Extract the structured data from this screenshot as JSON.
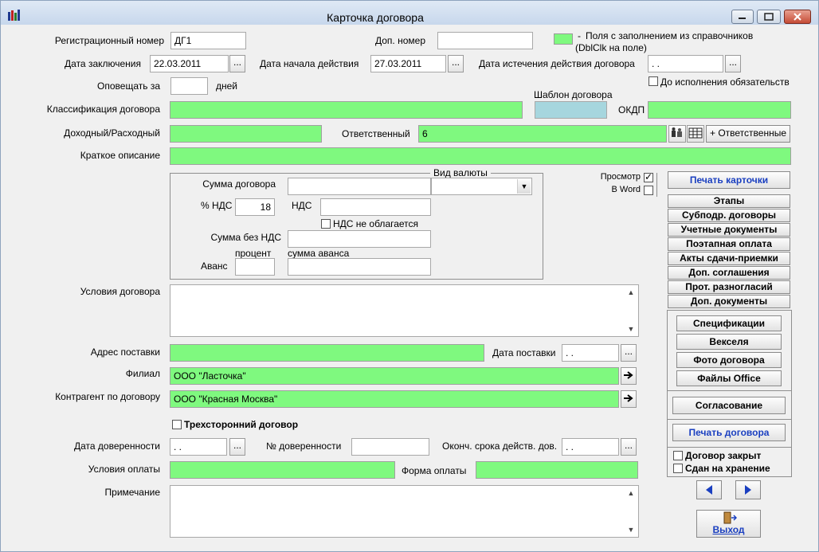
{
  "window": {
    "title": "Карточка договора"
  },
  "legend": {
    "dash": "-",
    "text1": "Поля с заполнением из справочников",
    "text2": "(DblClk на поле)"
  },
  "labels": {
    "reg_number": "Регистрационный номер",
    "extra_number": "Доп. номер",
    "conclusion_date": "Дата заключения",
    "start_date": "Дата начала действия",
    "expiry_date": "Дата истечения действия договора",
    "notify_for": "Оповещать за",
    "days": "дней",
    "until_obligations": "До исполнения обязательств",
    "template": "Шаблон договора",
    "classification": "Классификация договора",
    "okdp": "ОКДП",
    "income_expense": "Доходный/Расходный",
    "responsible": "Ответственный",
    "add_responsible": "+ Ответственные",
    "short_desc": "Краткое описание",
    "currency_kind": "Вид валюты",
    "contract_sum": "Сумма договора",
    "vat_percent": "% НДС",
    "vat": "НДС",
    "vat_exempt": "НДС не облагается",
    "sum_without_vat": "Сумма без НДС",
    "percent": "процент",
    "advance_sum": "сумма аванса",
    "advance": "Аванс",
    "preview": "Просмотр",
    "to_word": "В Word",
    "terms": "Условия договора",
    "delivery_address": "Адрес поставки",
    "delivery_date": "Дата поставки",
    "branch": "Филиал",
    "counterparty": "Контрагент по договору",
    "tripartite": "Трехсторонний договор",
    "poa_date": "Дата доверенности",
    "poa_number": "№ доверенности",
    "poa_end": "Оконч. срока действ. дов.",
    "payment_terms": "Условия оплаты",
    "payment_form": "Форма оплаты",
    "note": "Примечание",
    "contract_closed": "Договор закрыт",
    "archived": "Сдан на хранение"
  },
  "values": {
    "reg_number": "ДГ1",
    "extra_number": "",
    "conclusion_date": "22.03.2011",
    "start_date": "27.03.2011",
    "expiry_date": " .  .",
    "notify_for": "",
    "responsible": "6",
    "vat_percent": "18",
    "delivery_date": " .  .",
    "branch": "ООО \"Ласточка\"",
    "counterparty": "ООО \"Красная Москва\"",
    "poa_date": " .  .",
    "poa_end": " .  ."
  },
  "checks": {
    "preview": true,
    "to_word": false,
    "until_obligations": false,
    "vat_exempt": false,
    "tripartite": false,
    "contract_closed": false,
    "archived": false
  },
  "buttons": {
    "dots": "...",
    "print_card": "Печать карточки",
    "stages": "Этапы",
    "subdiv": "Субподр. договоры",
    "accounting": "Учетные документы",
    "stage_payment": "Поэтапная оплата",
    "acts": "Акты сдачи-приемки",
    "addendums": "Доп. соглашения",
    "disagreements": "Прот. разногласий",
    "extra_docs": "Доп. документы",
    "specs": "Спецификации",
    "bills": "Векселя",
    "photo": "Фото договора",
    "office_files": "Файлы Office",
    "approval": "Согласование",
    "print_contract": "Печать договора",
    "exit": "Выход"
  },
  "colors": {
    "lookup_field": "#7ff97f",
    "template_field": "#a6d6de",
    "link_blue": "#1a3fc0"
  },
  "icons": [
    "app-icon",
    "minimize-icon",
    "maximize-icon",
    "close-icon",
    "people-icon",
    "table-icon",
    "arrow-right-icon",
    "prev-arrow-icon",
    "next-arrow-icon",
    "exit-door-icon",
    "chevron-down-icon"
  ]
}
